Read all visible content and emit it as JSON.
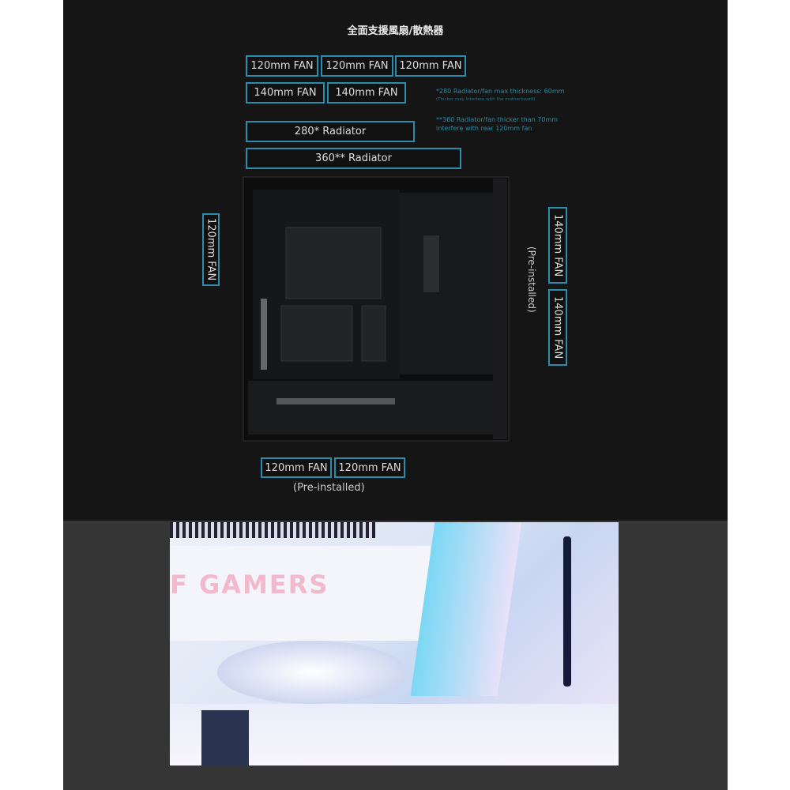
{
  "title": "全面支援風扇/散熱器",
  "top_fans": [
    "120mm FAN",
    "120mm FAN",
    "120mm FAN"
  ],
  "side_fans": [
    "140mm FAN",
    "140mm FAN"
  ],
  "radiators": [
    "280* Radiator",
    "360** Radiator"
  ],
  "notes": {
    "n1": "*280 Radiator/fan max thickness: 60mm",
    "n1_sub": "(Thicker may interfere with the motherboard)",
    "n2": "**360 Radiator/fan thicker than 70mm interfere with rear 120mm fan"
  },
  "rear_fan": "120mm FAN",
  "front_fans": [
    "140mm FAN",
    "140mm FAN"
  ],
  "front_preinstalled": "(Pre-installed)",
  "bottom_fans": [
    "120mm FAN",
    "120mm FAN"
  ],
  "bottom_preinstalled": "(Pre-installed)",
  "photo_logo_text": "F GAMERS",
  "colors": {
    "accent": "#2b8cab",
    "background": "#151515"
  }
}
